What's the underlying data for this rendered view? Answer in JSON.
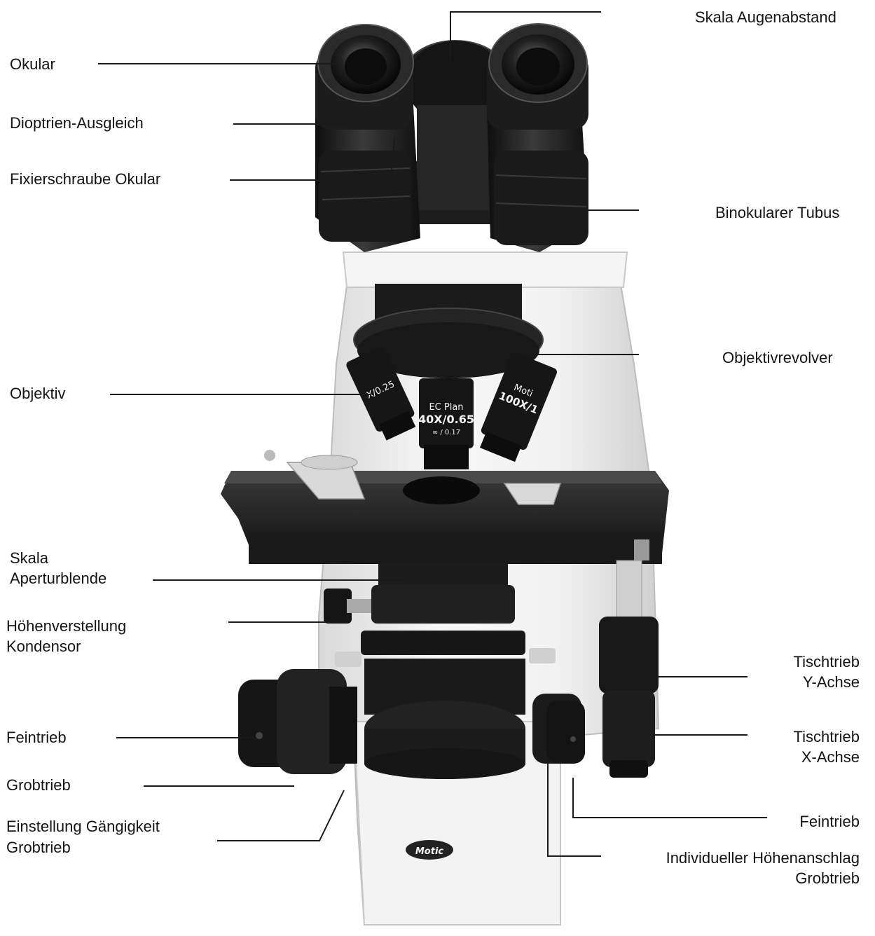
{
  "labels": {
    "skala_augenabstand": "Skala Augenabstand",
    "okular": "Okular",
    "dioptrien": "Dioptrien-Ausgleich",
    "fixierschraube": "Fixierschraube Okular",
    "binokularer_tubus": "Binokularer Tubus",
    "objektivrevolver": "Objektivrevolver",
    "objektiv": "Objektiv",
    "skala_apertur_1": "Skala",
    "skala_apertur_2": "Aperturblende",
    "hoehenverstellung_1": "Höhenverstellung",
    "hoehenverstellung_2": "Kondensor",
    "tischtrieb_y_1": "Tischtrieb",
    "tischtrieb_y_2": "Y-Achse",
    "tischtrieb_x_1": "Tischtrieb",
    "tischtrieb_x_2": "X-Achse",
    "feintrieb_left": "Feintrieb",
    "grobtrieb": "Grobtrieb",
    "einstellung_1": "Einstellung Gängigkeit",
    "einstellung_2": "Grobtrieb",
    "feintrieb_right": "Feintrieb",
    "hoehenanschlag_1": "Individueller Höhenanschlag",
    "hoehenanschlag_2": "Grobtrieb"
  },
  "engravings": {
    "objective_40_line1": "EC Plan",
    "objective_40_line2": "40X/0.65",
    "objective_40_line3": "∞ / 0.17",
    "objective_10": "X/0.25",
    "objective_100_line1": "Moti",
    "objective_100_line2": "100X/1",
    "brand": "Motic"
  },
  "colors": {
    "body": "#efefef",
    "dark": "#1c1c1c",
    "leader": "#1a1a1a"
  }
}
